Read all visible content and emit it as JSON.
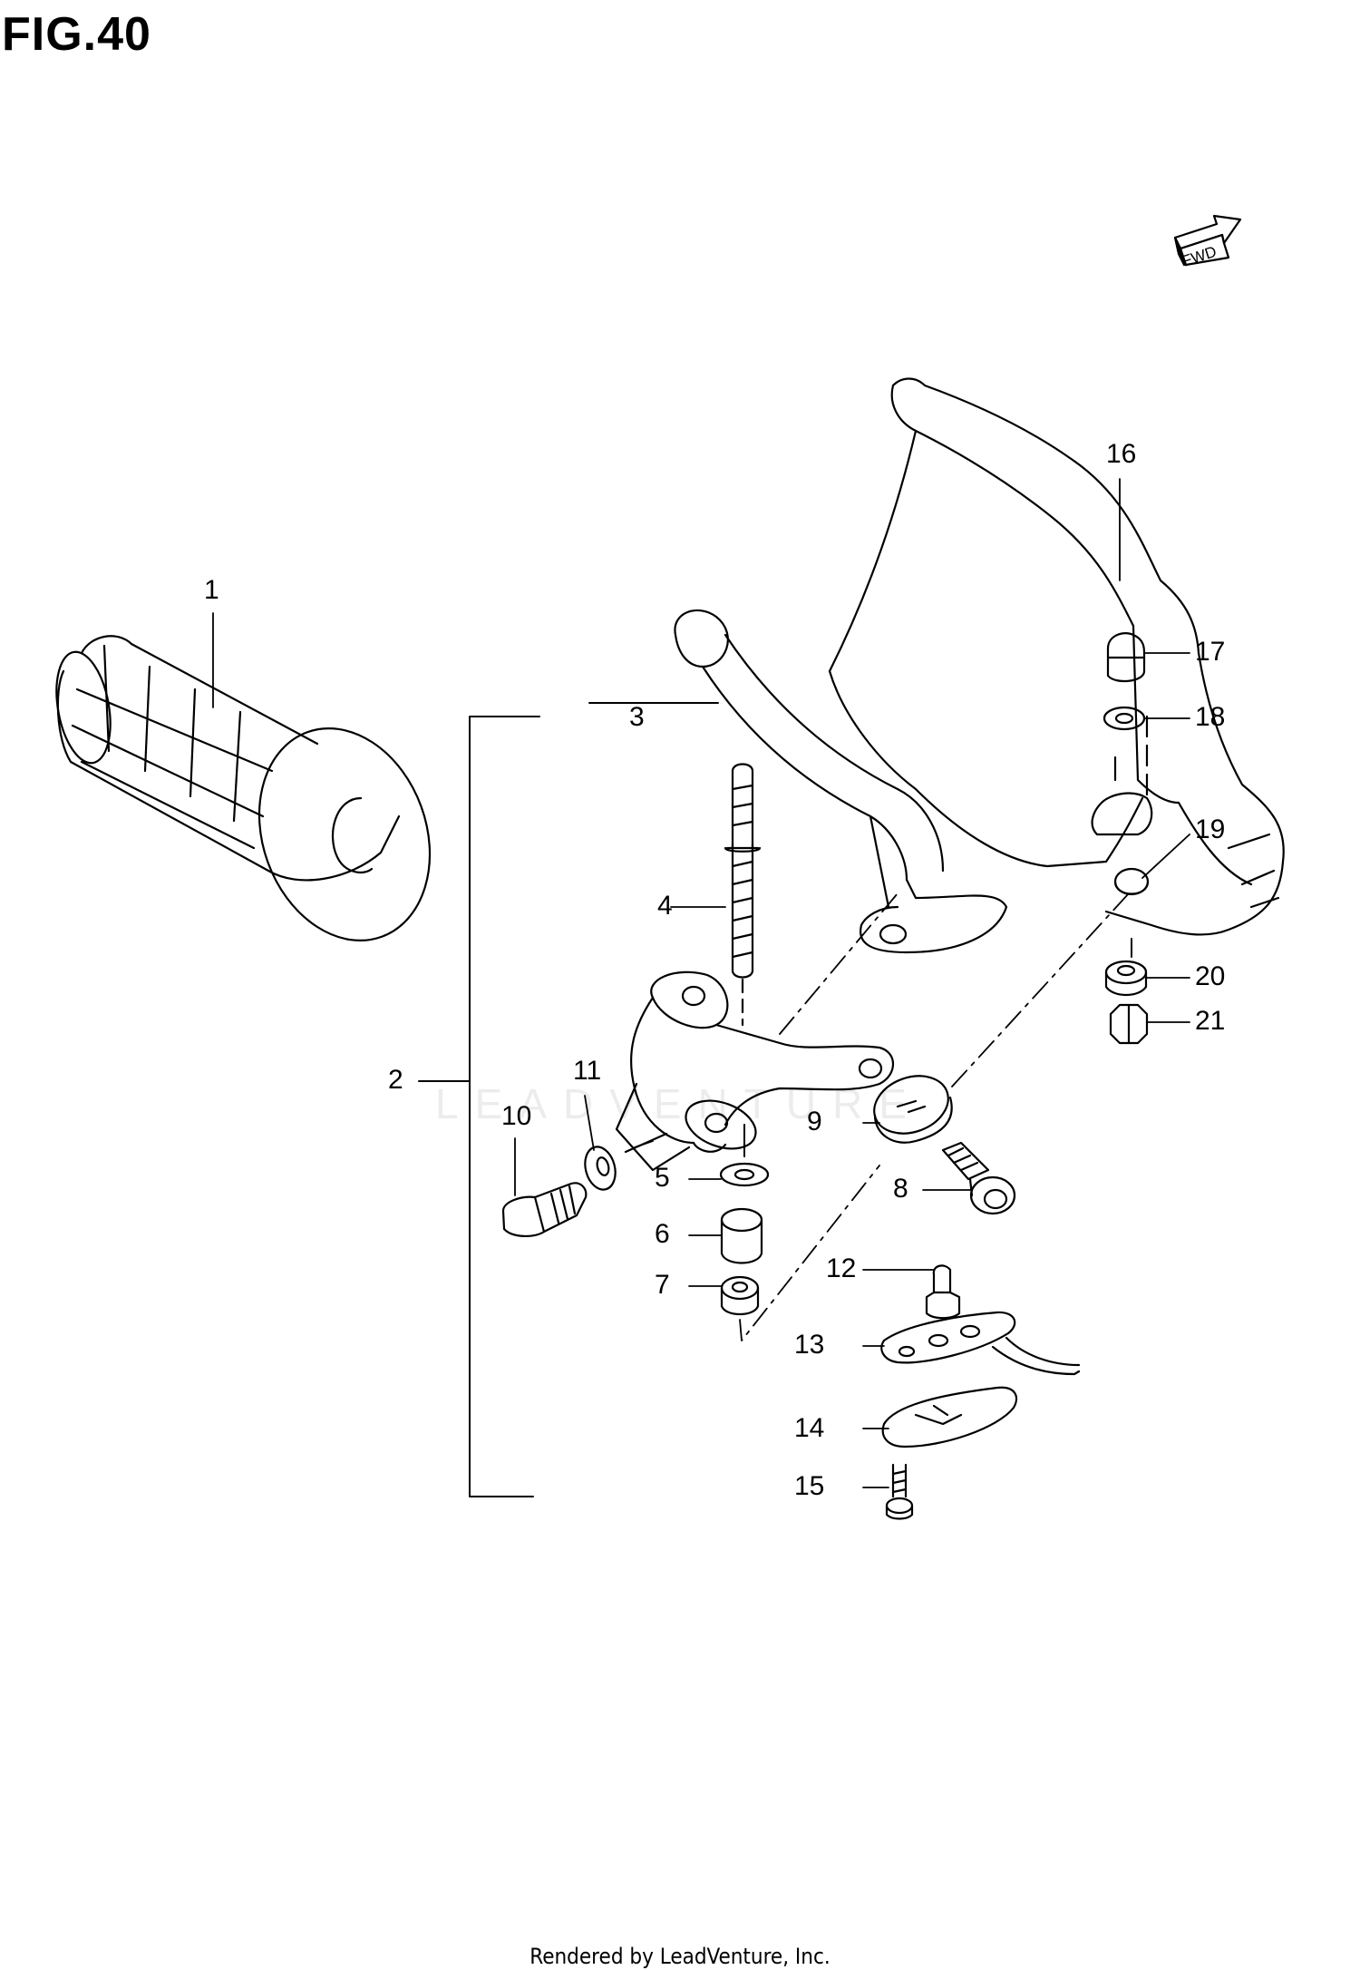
{
  "figure": {
    "title": "FIG.40"
  },
  "direction_badge": {
    "text": "FWD"
  },
  "watermark": {
    "text": "LEADVENTURE"
  },
  "footer": {
    "text": "Rendered by LeadVenture, Inc."
  },
  "part_labels": [
    "1",
    "2",
    "3",
    "4",
    "5",
    "6",
    "7",
    "8",
    "9",
    "10",
    "11",
    "12",
    "13",
    "14",
    "15",
    "16",
    "17",
    "18",
    "19",
    "20",
    "21"
  ]
}
